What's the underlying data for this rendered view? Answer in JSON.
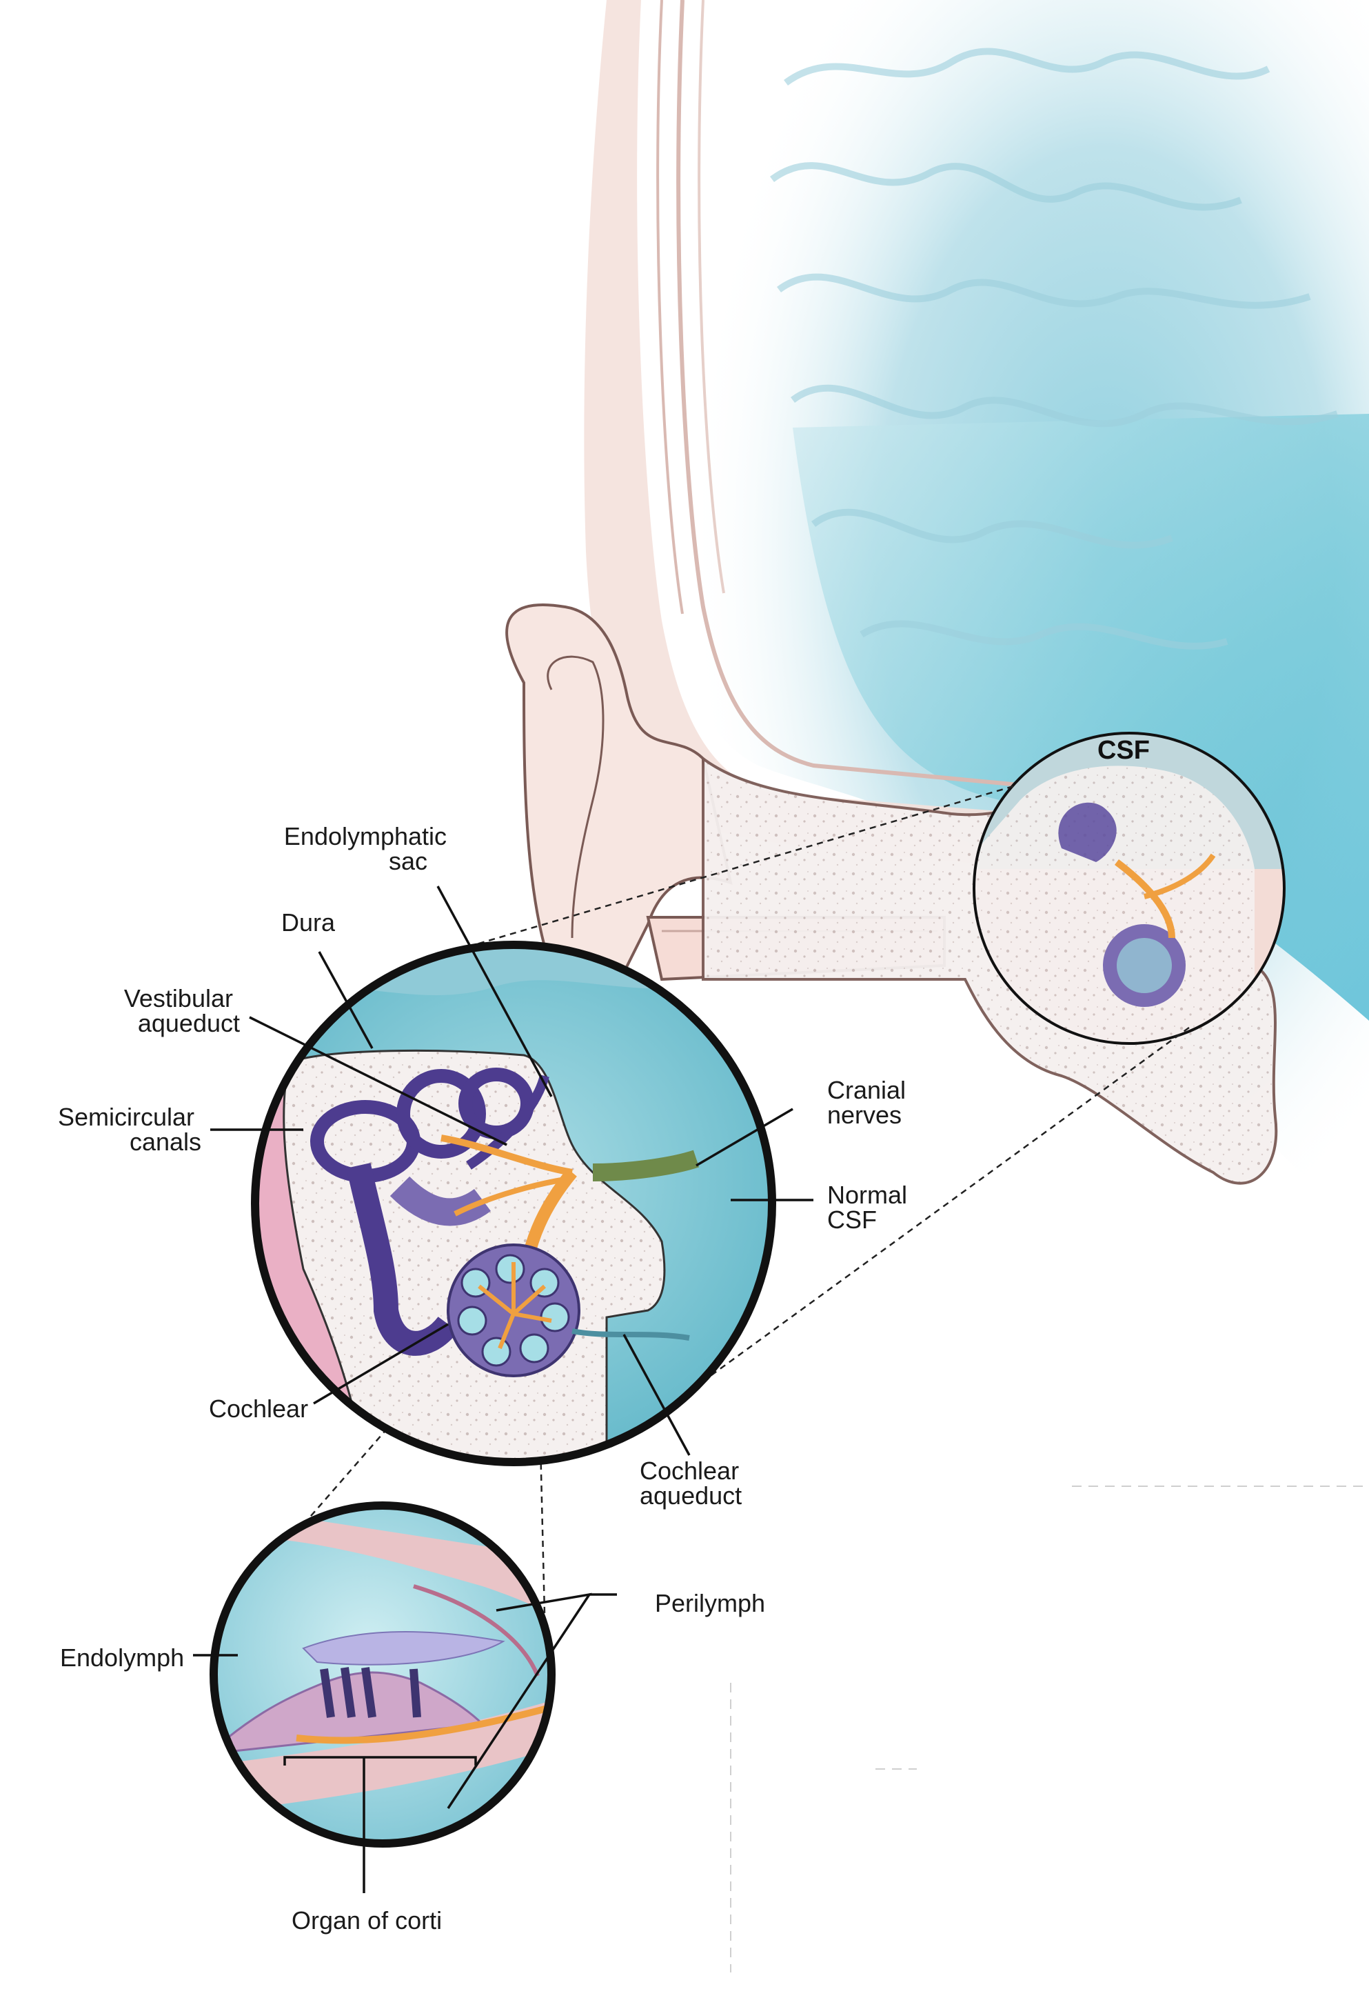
{
  "labels": {
    "csf": "CSF",
    "endolymphatic_sac": [
      "Endolymphatic",
      "sac"
    ],
    "dura": "Dura",
    "vestibular_aqueduct": [
      "Vestibular",
      "aqueduct"
    ],
    "semicircular_canals": [
      "Semicircular",
      "canals"
    ],
    "cranial_nerves": [
      "Cranial",
      "nerves"
    ],
    "normal_csf": [
      "Normal",
      "CSF"
    ],
    "cochlear": "Cochlear",
    "cochlear_aqueduct": [
      "Cochlear",
      "aqueduct"
    ],
    "perilymph": "Perilymph",
    "endolymph": "Endolymph",
    "organ_of_corti": "Organ of corti"
  },
  "colors": {
    "csf_fluid": "#5fc3d6",
    "brain": "#b9dde8",
    "skin": "#f3dcd6",
    "bone": "#f6f1f0",
    "labyrinth": "#5a4a9e",
    "nerve": "#f0a040",
    "outline": "#7a5a55"
  }
}
